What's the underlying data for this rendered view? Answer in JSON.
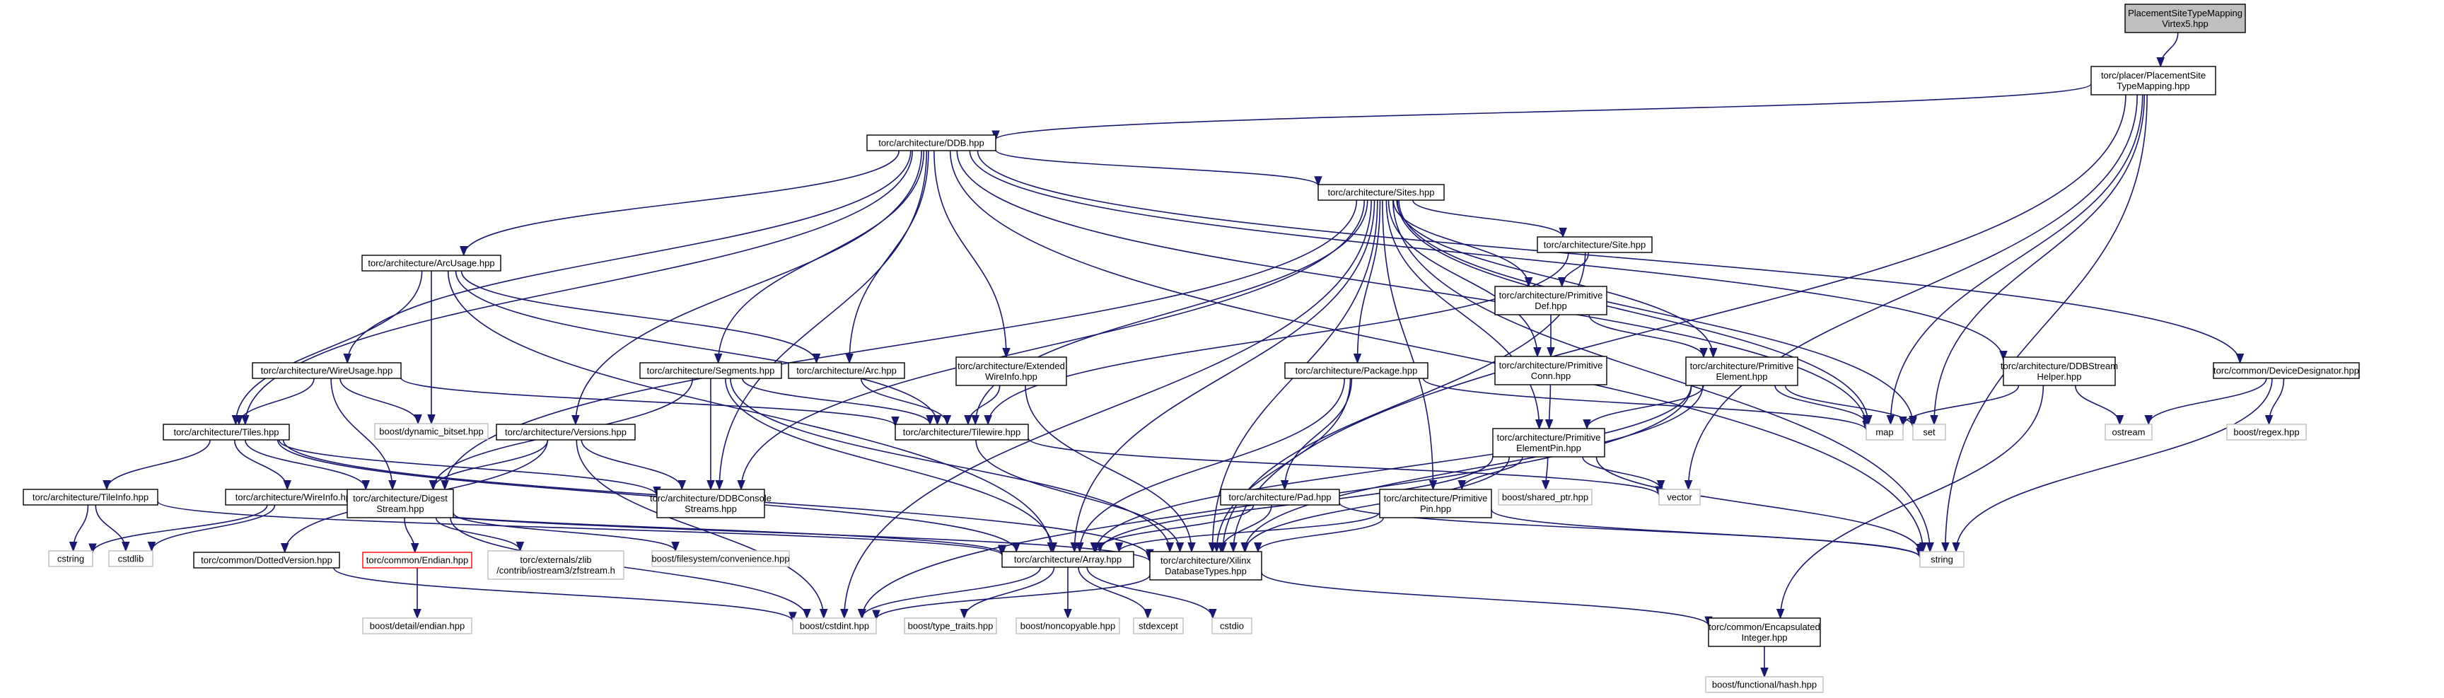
{
  "nodes": {
    "n_placementsitetypemapping": {
      "lines": [
        "PlacementSiteTypeMapping",
        "Virtex5.hpp"
      ],
      "style": "focus"
    },
    "n_placer_pstm": {
      "lines": [
        "torc/placer/PlacementSite",
        "TypeMapping.hpp"
      ],
      "style": "normal"
    },
    "n_ddb": {
      "lines": [
        "torc/architecture/DDB.hpp"
      ],
      "style": "normal"
    },
    "n_sites": {
      "lines": [
        "torc/architecture/Sites.hpp"
      ],
      "style": "normal"
    },
    "n_arcusage": {
      "lines": [
        "torc/architecture/ArcUsage.hpp"
      ],
      "style": "normal"
    },
    "n_site": {
      "lines": [
        "torc/architecture/Site.hpp"
      ],
      "style": "normal"
    },
    "n_primdef": {
      "lines": [
        "torc/architecture/Primitive",
        "Def.hpp"
      ],
      "style": "normal"
    },
    "n_wireusage": {
      "lines": [
        "torc/architecture/WireUsage.hpp"
      ],
      "style": "normal"
    },
    "n_segments": {
      "lines": [
        "torc/architecture/Segments.hpp"
      ],
      "style": "normal"
    },
    "n_arc": {
      "lines": [
        "torc/architecture/Arc.hpp"
      ],
      "style": "normal"
    },
    "n_extwireinfo": {
      "lines": [
        "torc/architecture/Extended",
        "WireInfo.hpp"
      ],
      "style": "normal"
    },
    "n_package": {
      "lines": [
        "torc/architecture/Package.hpp"
      ],
      "style": "normal"
    },
    "n_primconn": {
      "lines": [
        "torc/architecture/Primitive",
        "Conn.hpp"
      ],
      "style": "normal"
    },
    "n_primelement": {
      "lines": [
        "torc/architecture/Primitive",
        "Element.hpp"
      ],
      "style": "normal"
    },
    "n_ddbstreamhelper": {
      "lines": [
        "torc/architecture/DDBStream",
        "Helper.hpp"
      ],
      "style": "normal"
    },
    "n_devicedesignator": {
      "lines": [
        "torc/common/DeviceDesignator.hpp"
      ],
      "style": "normal"
    },
    "n_dynbitset": {
      "lines": [
        "boost/dynamic_bitset.hpp"
      ],
      "style": "ext"
    },
    "n_tiles": {
      "lines": [
        "torc/architecture/Tiles.hpp"
      ],
      "style": "normal"
    },
    "n_versions": {
      "lines": [
        "torc/architecture/Versions.hpp"
      ],
      "style": "normal"
    },
    "n_tilewire": {
      "lines": [
        "torc/architecture/Tilewire.hpp"
      ],
      "style": "normal"
    },
    "n_map": {
      "lines": [
        "map"
      ],
      "style": "ext"
    },
    "n_set": {
      "lines": [
        "set"
      ],
      "style": "ext"
    },
    "n_primelementpin": {
      "lines": [
        "torc/architecture/Primitive",
        "ElementPin.hpp"
      ],
      "style": "normal"
    },
    "n_ostream": {
      "lines": [
        "ostream"
      ],
      "style": "ext"
    },
    "n_regex": {
      "lines": [
        "boost/regex.hpp"
      ],
      "style": "ext"
    },
    "n_tileinfo": {
      "lines": [
        "torc/architecture/TileInfo.hpp"
      ],
      "style": "normal"
    },
    "n_wireinfo": {
      "lines": [
        "torc/architecture/WireInfo.hpp"
      ],
      "style": "normal"
    },
    "n_digeststream": {
      "lines": [
        "torc/architecture/Digest",
        "Stream.hpp"
      ],
      "style": "normal"
    },
    "n_ddbconsole": {
      "lines": [
        "torc/architecture/DDBConsole",
        "Streams.hpp"
      ],
      "style": "normal"
    },
    "n_pad": {
      "lines": [
        "torc/architecture/Pad.hpp"
      ],
      "style": "normal"
    },
    "n_primpin": {
      "lines": [
        "torc/architecture/Primitive",
        "Pin.hpp"
      ],
      "style": "normal"
    },
    "n_sharedptr": {
      "lines": [
        "boost/shared_ptr.hpp"
      ],
      "style": "ext"
    },
    "n_vector": {
      "lines": [
        "vector"
      ],
      "style": "ext"
    },
    "n_cstring": {
      "lines": [
        "cstring"
      ],
      "style": "ext"
    },
    "n_cstdlib": {
      "lines": [
        "cstdlib"
      ],
      "style": "ext"
    },
    "n_endian": {
      "lines": [
        "torc/common/Endian.hpp"
      ],
      "style": "red"
    },
    "n_zfstream": {
      "lines": [
        "torc/externals/zlib",
        "/contrib/iostream3/zfstream.h"
      ],
      "style": "ext"
    },
    "n_fsconvenience": {
      "lines": [
        "boost/filesystem/convenience.hpp"
      ],
      "style": "ext"
    },
    "n_array": {
      "lines": [
        "torc/architecture/Array.hpp"
      ],
      "style": "normal"
    },
    "n_xilinxdbtypes": {
      "lines": [
        "torc/architecture/Xilinx",
        "DatabaseTypes.hpp"
      ],
      "style": "normal"
    },
    "n_string": {
      "lines": [
        "string"
      ],
      "style": "ext"
    },
    "n_dottedversion": {
      "lines": [
        "torc/common/DottedVersion.hpp"
      ],
      "style": "normal"
    },
    "n_detailendian": {
      "lines": [
        "boost/detail/endian.hpp"
      ],
      "style": "ext"
    },
    "n_cstdint": {
      "lines": [
        "boost/cstdint.hpp"
      ],
      "style": "ext"
    },
    "n_typetraits": {
      "lines": [
        "boost/type_traits.hpp"
      ],
      "style": "ext"
    },
    "n_noncopyable": {
      "lines": [
        "boost/noncopyable.hpp"
      ],
      "style": "ext"
    },
    "n_stdexcept": {
      "lines": [
        "stdexcept"
      ],
      "style": "ext"
    },
    "n_cstdio": {
      "lines": [
        "cstdio"
      ],
      "style": "ext"
    },
    "n_encapint": {
      "lines": [
        "torc/common/Encapsulated",
        "Integer.hpp"
      ],
      "style": "normal"
    },
    "n_functionalhash": {
      "lines": [
        "boost/functional/hash.hpp"
      ],
      "style": "ext"
    }
  },
  "edges": [
    [
      "n_placementsitetypemapping",
      "n_placer_pstm"
    ],
    [
      "n_placer_pstm",
      "n_ddb"
    ],
    [
      "n_placer_pstm",
      "n_map"
    ],
    [
      "n_placer_pstm",
      "n_set"
    ],
    [
      "n_placer_pstm",
      "n_vector"
    ],
    [
      "n_placer_pstm",
      "n_string"
    ],
    [
      "n_placer_pstm",
      "n_xilinxdbtypes"
    ],
    [
      "n_ddb",
      "n_sites"
    ],
    [
      "n_ddb",
      "n_arcusage"
    ],
    [
      "n_ddb",
      "n_wireusage"
    ],
    [
      "n_ddb",
      "n_segments"
    ],
    [
      "n_ddb",
      "n_arc"
    ],
    [
      "n_ddb",
      "n_extwireinfo"
    ],
    [
      "n_ddb",
      "n_ddbstreamhelper"
    ],
    [
      "n_ddb",
      "n_devicedesignator"
    ],
    [
      "n_ddb",
      "n_tiles"
    ],
    [
      "n_ddb",
      "n_versions"
    ],
    [
      "n_ddb",
      "n_ddbconsole"
    ],
    [
      "n_ddb",
      "n_map"
    ],
    [
      "n_ddb",
      "n_string"
    ],
    [
      "n_sites",
      "n_site"
    ],
    [
      "n_sites",
      "n_primdef"
    ],
    [
      "n_sites",
      "n_package"
    ],
    [
      "n_sites",
      "n_primconn"
    ],
    [
      "n_sites",
      "n_primelement"
    ],
    [
      "n_sites",
      "n_primelementpin"
    ],
    [
      "n_sites",
      "n_primpin"
    ],
    [
      "n_sites",
      "n_tilewire"
    ],
    [
      "n_sites",
      "n_digeststream"
    ],
    [
      "n_sites",
      "n_ddbconsole"
    ],
    [
      "n_sites",
      "n_array"
    ],
    [
      "n_sites",
      "n_xilinxdbtypes"
    ],
    [
      "n_sites",
      "n_cstdint"
    ],
    [
      "n_sites",
      "n_map"
    ],
    [
      "n_sites",
      "n_set"
    ],
    [
      "n_sites",
      "n_string"
    ],
    [
      "n_site",
      "n_primdef"
    ],
    [
      "n_site",
      "n_tilewire"
    ],
    [
      "n_site",
      "n_xilinxdbtypes"
    ],
    [
      "n_primdef",
      "n_primconn"
    ],
    [
      "n_primdef",
      "n_primelement"
    ],
    [
      "n_primconn",
      "n_primelementpin"
    ],
    [
      "n_primelement",
      "n_primelementpin"
    ],
    [
      "n_primelement",
      "n_map"
    ],
    [
      "n_primelement",
      "n_set"
    ],
    [
      "n_primelement",
      "n_array"
    ],
    [
      "n_primelement",
      "n_xilinxdbtypes"
    ],
    [
      "n_primelement",
      "n_cstdint"
    ],
    [
      "n_arcusage",
      "n_tiles"
    ],
    [
      "n_arcusage",
      "n_arc"
    ],
    [
      "n_arcusage",
      "n_tilewire"
    ],
    [
      "n_arcusage",
      "n_dynbitset"
    ],
    [
      "n_arcusage",
      "n_array"
    ],
    [
      "n_wireusage",
      "n_tiles"
    ],
    [
      "n_wireusage",
      "n_tilewire"
    ],
    [
      "n_wireusage",
      "n_dynbitset"
    ],
    [
      "n_wireusage",
      "n_digeststream"
    ],
    [
      "n_segments",
      "n_tilewire"
    ],
    [
      "n_segments",
      "n_ddbconsole"
    ],
    [
      "n_segments",
      "n_digeststream"
    ],
    [
      "n_segments",
      "n_array"
    ],
    [
      "n_segments",
      "n_xilinxdbtypes"
    ],
    [
      "n_arc",
      "n_tilewire"
    ],
    [
      "n_extwireinfo",
      "n_tilewire"
    ],
    [
      "n_extwireinfo",
      "n_xilinxdbtypes"
    ],
    [
      "n_package",
      "n_pad"
    ],
    [
      "n_package",
      "n_array"
    ],
    [
      "n_package",
      "n_xilinxdbtypes"
    ],
    [
      "n_package",
      "n_map"
    ],
    [
      "n_ddbstreamhelper",
      "n_map"
    ],
    [
      "n_ddbstreamhelper",
      "n_ostream"
    ],
    [
      "n_ddbstreamhelper",
      "n_encapint"
    ],
    [
      "n_devicedesignator",
      "n_ostream"
    ],
    [
      "n_devicedesignator",
      "n_regex"
    ],
    [
      "n_devicedesignator",
      "n_string"
    ],
    [
      "n_tiles",
      "n_tileinfo"
    ],
    [
      "n_tiles",
      "n_wireinfo"
    ],
    [
      "n_tiles",
      "n_digeststream"
    ],
    [
      "n_tiles",
      "n_ddbconsole"
    ],
    [
      "n_tiles",
      "n_array"
    ],
    [
      "n_tiles",
      "n_xilinxdbtypes"
    ],
    [
      "n_versions",
      "n_dottedversion"
    ],
    [
      "n_versions",
      "n_digeststream"
    ],
    [
      "n_versions",
      "n_ddbconsole"
    ],
    [
      "n_versions",
      "n_cstdint"
    ],
    [
      "n_tilewire",
      "n_xilinxdbtypes"
    ],
    [
      "n_tilewire",
      "n_vector"
    ],
    [
      "n_primelementpin",
      "n_primpin"
    ],
    [
      "n_primelementpin",
      "n_sharedptr"
    ],
    [
      "n_primelementpin",
      "n_vector"
    ],
    [
      "n_primelementpin",
      "n_string"
    ],
    [
      "n_primelementpin",
      "n_array"
    ],
    [
      "n_primelementpin",
      "n_xilinxdbtypes"
    ],
    [
      "n_tileinfo",
      "n_array"
    ],
    [
      "n_tileinfo",
      "n_cstring"
    ],
    [
      "n_tileinfo",
      "n_cstdlib"
    ],
    [
      "n_wireinfo",
      "n_array"
    ],
    [
      "n_wireinfo",
      "n_xilinxdbtypes"
    ],
    [
      "n_wireinfo",
      "n_cstring"
    ],
    [
      "n_wireinfo",
      "n_cstdlib"
    ],
    [
      "n_digeststream",
      "n_endian"
    ],
    [
      "n_digeststream",
      "n_zfstream"
    ],
    [
      "n_digeststream",
      "n_fsconvenience"
    ],
    [
      "n_digeststream",
      "n_cstdint"
    ],
    [
      "n_pad",
      "n_array"
    ],
    [
      "n_pad",
      "n_xilinxdbtypes"
    ],
    [
      "n_pad",
      "n_string"
    ],
    [
      "n_primpin",
      "n_array"
    ],
    [
      "n_primpin",
      "n_xilinxdbtypes"
    ],
    [
      "n_primpin",
      "n_string"
    ],
    [
      "n_endian",
      "n_detailendian"
    ],
    [
      "n_array",
      "n_cstdint"
    ],
    [
      "n_array",
      "n_typetraits"
    ],
    [
      "n_array",
      "n_noncopyable"
    ],
    [
      "n_array",
      "n_stdexcept"
    ],
    [
      "n_array",
      "n_cstdio"
    ],
    [
      "n_xilinxdbtypes",
      "n_cstdint"
    ],
    [
      "n_xilinxdbtypes",
      "n_encapint"
    ],
    [
      "n_dottedversion",
      "n_cstdint"
    ],
    [
      "n_encapint",
      "n_functionalhash"
    ]
  ]
}
